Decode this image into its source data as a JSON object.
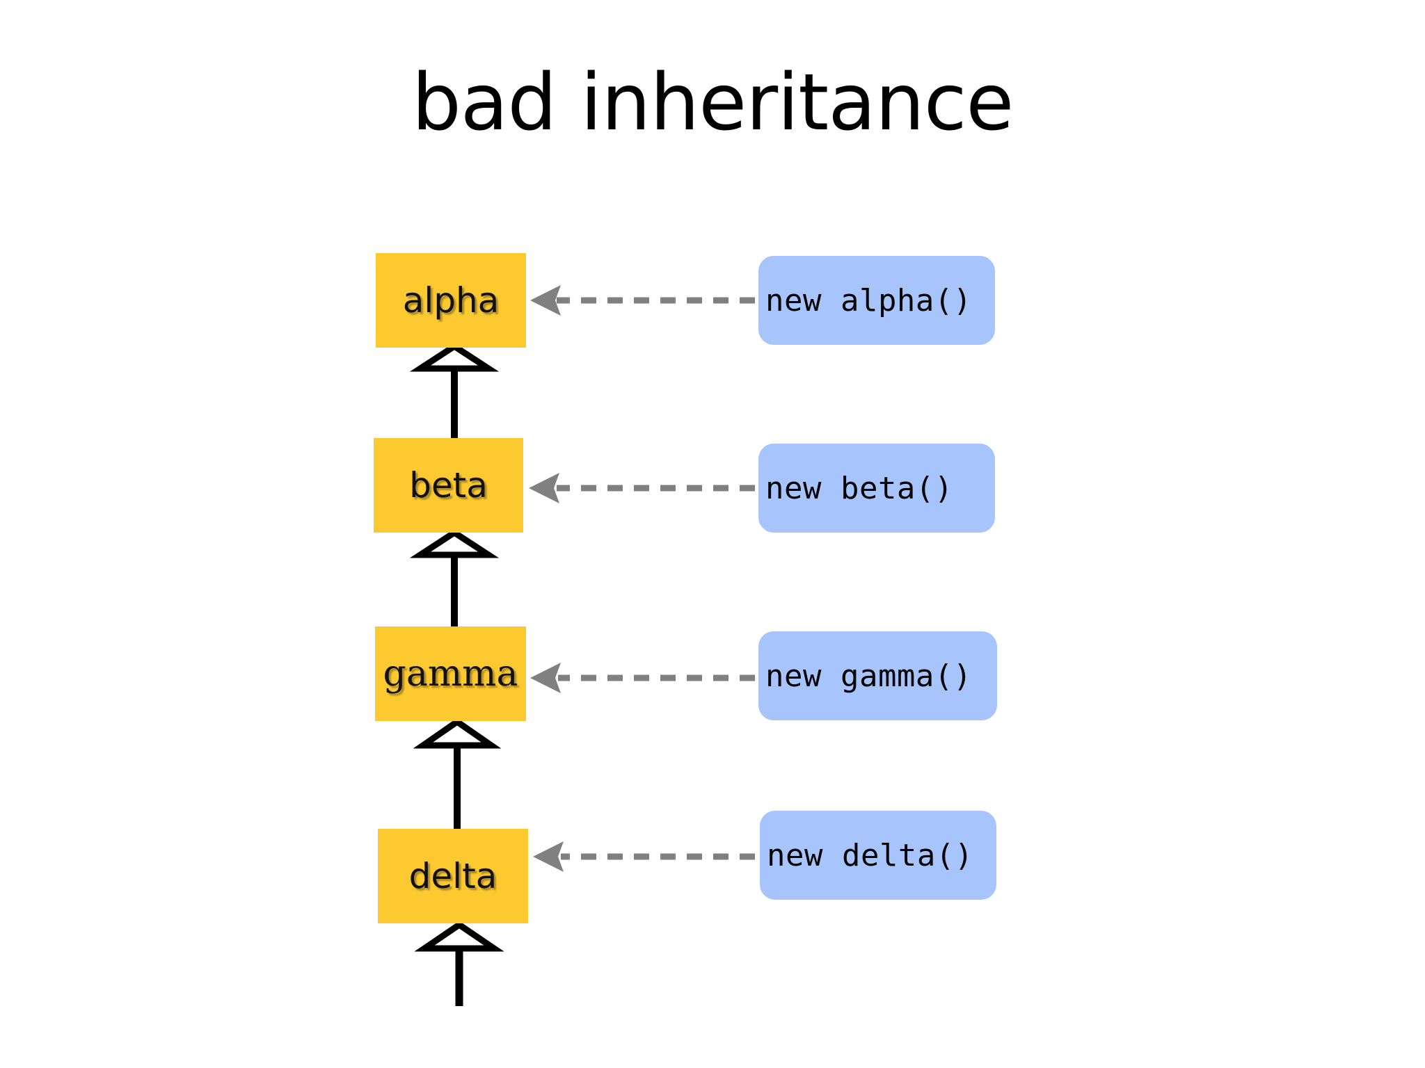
{
  "slide": {
    "title": "bad inheritance",
    "background_color": "#ffffff"
  },
  "colors": {
    "class_box_fill": "#FCC931",
    "instance_box_fill": "#A7C4FD",
    "inheritance_line": "#000000",
    "instantiation_arrow": "#808080",
    "title_text": "#000000"
  },
  "diagram": {
    "type": "uml-class-diagram",
    "classes": [
      {
        "id": "alpha",
        "label": "alpha"
      },
      {
        "id": "beta",
        "label": "beta"
      },
      {
        "id": "gamma",
        "label": "gamma"
      },
      {
        "id": "delta",
        "label": "delta"
      }
    ],
    "instances": [
      {
        "id": "inst-alpha",
        "label": "new alpha()",
        "target": "alpha"
      },
      {
        "id": "inst-beta",
        "label": "new beta()",
        "target": "beta"
      },
      {
        "id": "inst-gamma",
        "label": "new gamma()",
        "target": "gamma"
      },
      {
        "id": "inst-delta",
        "label": "new delta()",
        "target": "delta"
      }
    ],
    "inheritance_edges": [
      {
        "from": "beta",
        "to": "alpha",
        "style": "solid",
        "arrowhead": "hollow-triangle"
      },
      {
        "from": "gamma",
        "to": "beta",
        "style": "solid",
        "arrowhead": "hollow-triangle"
      },
      {
        "from": "delta",
        "to": "gamma",
        "style": "solid",
        "arrowhead": "hollow-triangle"
      },
      {
        "from": "(continues below)",
        "to": "delta",
        "style": "solid",
        "arrowhead": "hollow-triangle"
      }
    ],
    "instantiation_edges": [
      {
        "from": "inst-alpha",
        "to": "alpha",
        "style": "dashed",
        "arrowhead": "solid-triangle"
      },
      {
        "from": "inst-beta",
        "to": "beta",
        "style": "dashed",
        "arrowhead": "solid-triangle"
      },
      {
        "from": "inst-gamma",
        "to": "gamma",
        "style": "dashed",
        "arrowhead": "solid-triangle"
      },
      {
        "from": "inst-delta",
        "to": "delta",
        "style": "dashed",
        "arrowhead": "solid-triangle"
      }
    ]
  }
}
